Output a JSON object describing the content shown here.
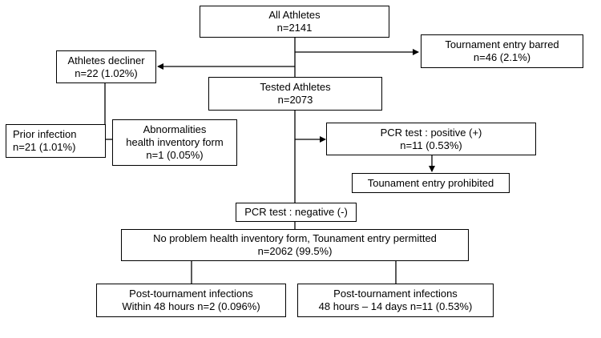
{
  "flowchart": {
    "all_athletes": {
      "title": "All Athletes",
      "count": "n=2141"
    },
    "entry_barred": {
      "title": "Tournament entry barred",
      "count": "n=46 (2.1%)"
    },
    "declined": {
      "title": "Athletes decliner",
      "count": "n=22 (1.02%)"
    },
    "tested": {
      "title": "Tested Athletes",
      "count": "n=2073"
    },
    "prior_infection": {
      "title": "Prior infection",
      "count": "n=21 (1.01%)"
    },
    "abnormalities": {
      "title": "Abnormalities",
      "subtitle": "health inventory form",
      "count": "n=1 (0.05%)"
    },
    "pcr_positive": {
      "title": "PCR test : positive (+)",
      "count": "n=11 (0.53%)"
    },
    "entry_prohibited": {
      "title": "Tounament entry prohibited"
    },
    "pcr_negative": {
      "title": "PCR test : negative (-)"
    },
    "entry_permitted": {
      "title": "No problem health inventory form, Tounament entry permitted",
      "count": "n=2062 (99.5%)"
    },
    "infections_48h": {
      "title": "Post-tournament infections",
      "count": "Within 48 hours n=2 (0.096%)"
    },
    "infections_14d": {
      "title": "Post-tournament infections",
      "count": "48 hours – 14 days n=11 (0.53%)"
    }
  }
}
